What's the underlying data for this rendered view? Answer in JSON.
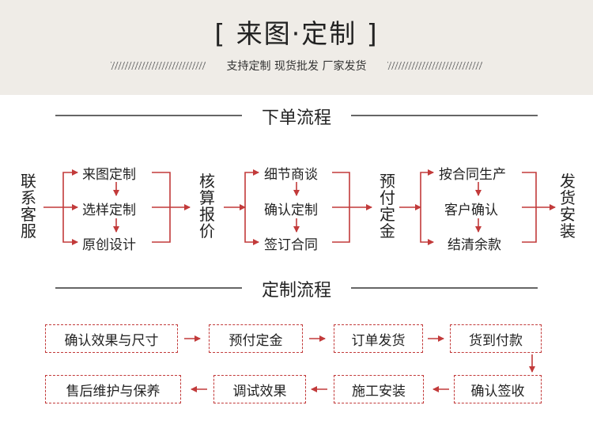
{
  "header": {
    "title": "[ 来图·定制 ]",
    "subtitle": "支持定制 现货批发 厂家发货"
  },
  "sections": {
    "order_flow": "下单流程",
    "custom_flow": "定制流程"
  },
  "order_flow": {
    "start": "联系客服",
    "group1": [
      "来图定制",
      "选样定制",
      "原创设计"
    ],
    "step2": "核算报价",
    "group2": [
      "细节商谈",
      "确认定制",
      "签订合同"
    ],
    "step3": "预付定金",
    "group3": [
      "按合同生产",
      "客户确认",
      "结清余款"
    ],
    "end": "发货安装"
  },
  "custom_flow": {
    "row1": [
      "确认效果与尺寸",
      "预付定金",
      "订单发货",
      "货到付款"
    ],
    "row2": [
      "售后维护与保养",
      "调试效果",
      "施工安装",
      "确认签收"
    ]
  },
  "colors": {
    "accent": "#c23a3a",
    "background_top": "#efece7"
  }
}
